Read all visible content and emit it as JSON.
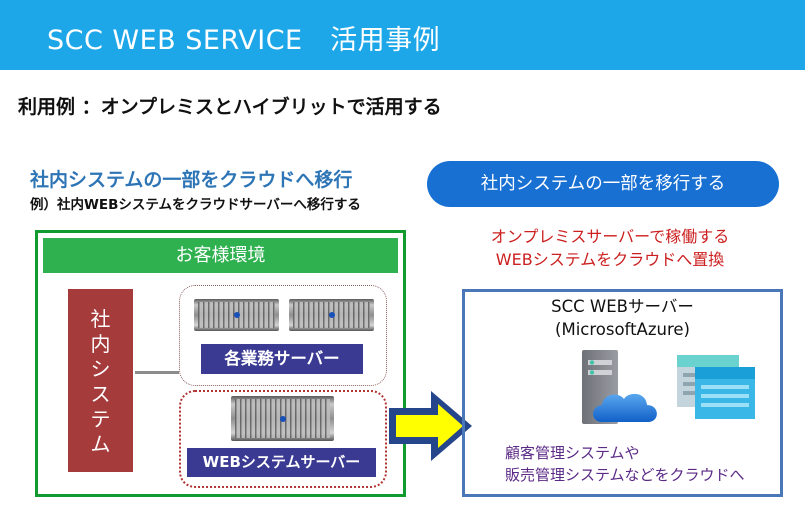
{
  "header": {
    "title": "SCC WEB SERVICE　活用事例",
    "bg_color": "#1ea7e8"
  },
  "example_title": "利用例 ：オンプレミスとハイブリットで活用する",
  "migration": {
    "title": "社内システムの一部をクラウドへ移行",
    "subtitle": "例）社内WEBシステムをクラウドサーバーへ移行する"
  },
  "pill_label": "社内システムの一部を移行する",
  "replace_text": [
    "オンプレミスサーバーで稼働する",
    "WEBシステムをクラウドへ置換"
  ],
  "customer_env": {
    "title": "お客様環境",
    "internal_system_chars": [
      "社",
      "内",
      "シ",
      "ス",
      "テ",
      "ム"
    ],
    "business_servers_label": "各業務サーバー",
    "web_server_label": "WEBシステムサーバー"
  },
  "scc_server": {
    "title_line1": "SCC WEBサーバー",
    "title_line2": "(MicrosoftAzure)",
    "desc": [
      "顧客管理システムや",
      "販売管理システムなどをクラウドへ"
    ]
  },
  "icons": [
    "server-rack-icon",
    "arrow-right-icon",
    "azure-server-cloud-icon",
    "azure-storage-table-icon"
  ],
  "colors": {
    "green": "#119a2e",
    "purple_label": "#3a3a93",
    "pill_blue": "#1870d3",
    "red_text": "#cc1f1f",
    "internal_red": "#a63b3b",
    "arrow_yellow": "#ffff00",
    "arrow_outline": "#26468c"
  }
}
